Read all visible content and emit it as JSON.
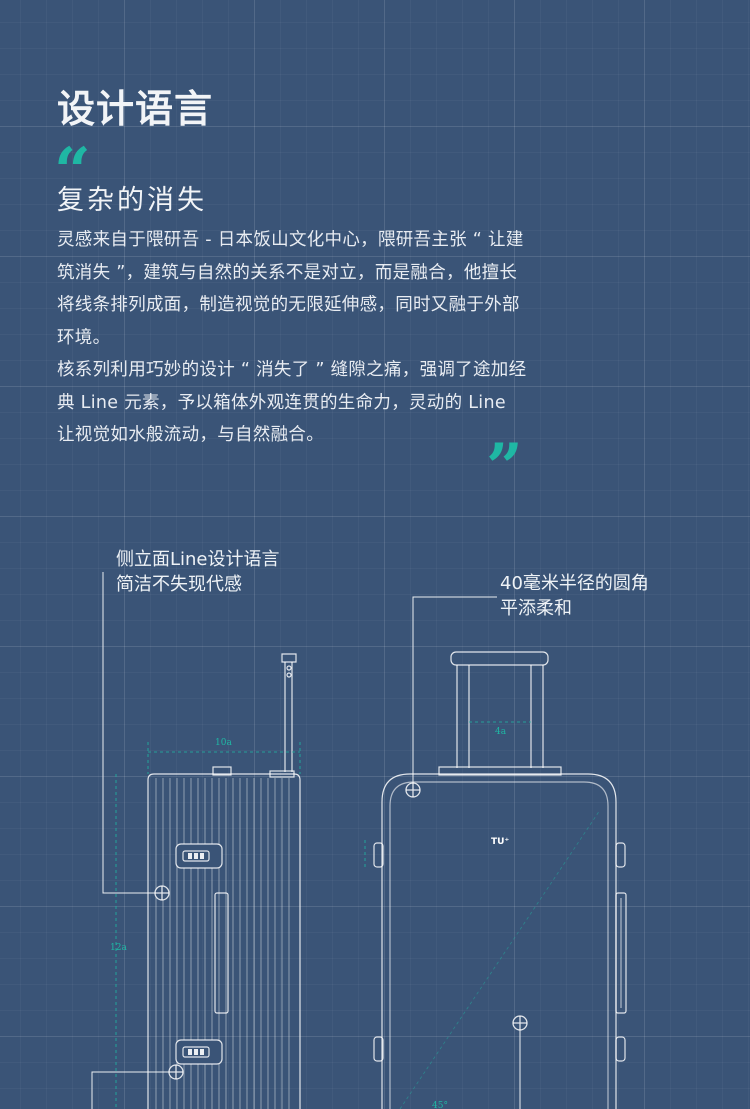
{
  "heading": {
    "title": "设计语言",
    "quote_open": "“",
    "subtitle": "复杂的消失",
    "quote_close": "”"
  },
  "body": {
    "paragraph_1": "灵感来自于隈研吾 - 日本饭山文化中心，隈研吾主张 “ 让建筑消失 ”，建筑与自然的关系不是对立，而是融合，他擅长将线条排列成面，制造视觉的无限延伸感，同时又融于外部环境。",
    "paragraph_2": "核系列利用巧妙的设计 “ 消失了 ” 缝隙之痛，强调了途加经典 Line 元素，予以箱体外观连贯的生命力，灵动的 Line 让视觉如水般流动，与自然融合。"
  },
  "annotations": {
    "side_line_1": "侧立面Line设计语言",
    "side_line_2": "简洁不失现代感",
    "corner_line_1": "40毫米半径的圆角",
    "corner_line_2": "平添柔和"
  },
  "diagram": {
    "dim_width": "10a",
    "dim_height": "12a",
    "dim_handle": "4a",
    "dim_bottom": "45°",
    "brand": "TU⁺",
    "accent_color": "#1fb7a4",
    "line_color": "#ffffff"
  }
}
